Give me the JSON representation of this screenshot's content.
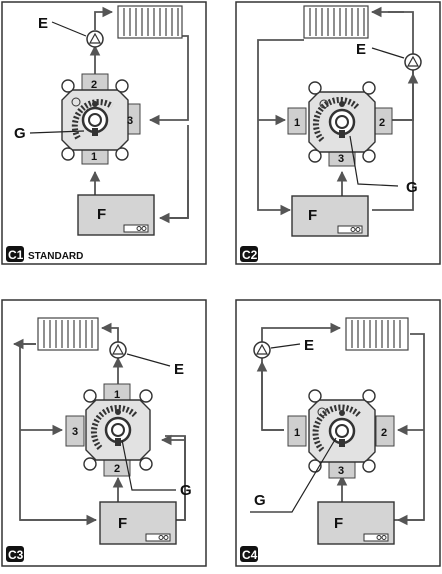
{
  "panels": [
    {
      "id": "C1",
      "caption": "STANDARD",
      "labels": {
        "pump": "E",
        "boiler": "F",
        "knob": "G"
      },
      "ports": {
        "top": "2",
        "right": "3",
        "bottom": "1"
      }
    },
    {
      "id": "C2",
      "caption": "",
      "labels": {
        "pump": "E",
        "boiler": "F",
        "knob": "G"
      },
      "ports": {
        "left": "1",
        "right": "2",
        "bottom": "3"
      }
    },
    {
      "id": "C3",
      "caption": "",
      "labels": {
        "pump": "E",
        "boiler": "F",
        "knob": "G"
      },
      "ports": {
        "top": "1",
        "left": "3",
        "bottom": "2"
      }
    },
    {
      "id": "C4",
      "caption": "",
      "labels": {
        "pump": "E",
        "boiler": "F",
        "knob": "G"
      },
      "ports": {
        "left": "1",
        "right": "2",
        "bottom": "3"
      }
    }
  ],
  "colors": {
    "line": "#555555",
    "port_fill": "#cfcfcf",
    "body_fill": "#e2e2e2",
    "boiler_fill": "#d4d4d4",
    "tag_bg": "#111111"
  }
}
